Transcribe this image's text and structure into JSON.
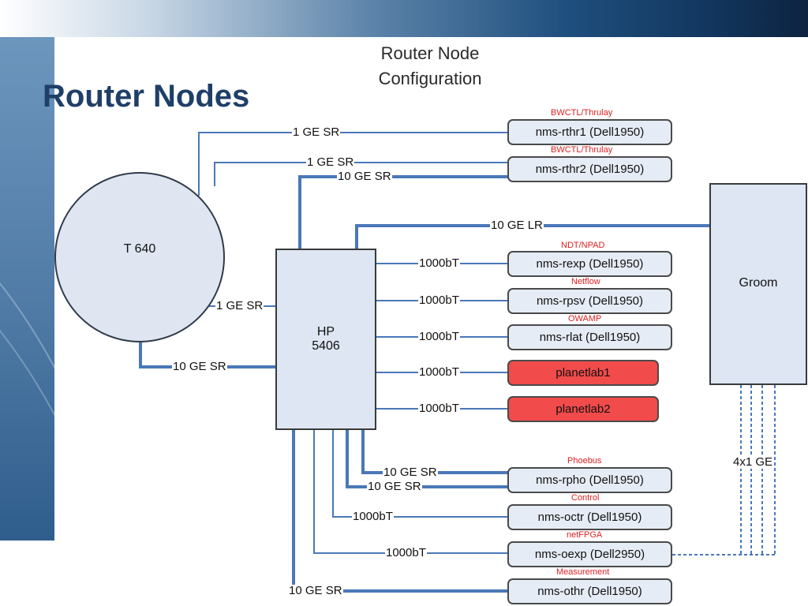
{
  "slide": {
    "title": "Router Nodes",
    "heading_line1": "Router Node",
    "heading_line2": "Configuration"
  },
  "nodes": {
    "t640": "T 640",
    "hp_line1": "HP",
    "hp_line2": "5406",
    "groom": "Groom"
  },
  "hosts": [
    {
      "name": "nms-rthr1 (Dell1950)",
      "role": "BWCTL/Thrulay"
    },
    {
      "name": "nms-rthr2 (Dell1950)",
      "role": "BWCTL/Thrulay"
    },
    {
      "name": "nms-rexp (Dell1950)",
      "role": "NDT/NPAD"
    },
    {
      "name": "nms-rpsv (Dell1950)",
      "role": "Netflow"
    },
    {
      "name": "nms-rlat (Dell1950)",
      "role": "OWAMP"
    },
    {
      "name": "planetlab1",
      "role": ""
    },
    {
      "name": "planetlab2",
      "role": ""
    },
    {
      "name": "nms-rpho (Dell1950)",
      "role": "Phoebus"
    },
    {
      "name": "nms-octr (Dell1950)",
      "role": "Control"
    },
    {
      "name": "nms-oexp (Dell2950)",
      "role": "netFPGA"
    },
    {
      "name": "nms-othr (Dell1950)",
      "role": "Measurement"
    }
  ],
  "links": {
    "t640_rthr1": "1 GE SR",
    "t640_rthr2": "1 GE SR",
    "hp_rthr2": "10 GE SR",
    "hp_groom": "10 GE LR",
    "t640_hp_1g": "1 GE SR",
    "t640_hp_10g": "10 GE SR",
    "hp_rexp": "1000bT",
    "hp_rpsv": "1000bT",
    "hp_rlat": "1000bT",
    "hp_planetlab1": "1000bT",
    "hp_planetlab2": "1000bT",
    "hp_rpho_a": "10 GE SR",
    "hp_rpho_b": "10 GE SR",
    "hp_octr": "1000bT",
    "hp_oexp": "1000bT",
    "hp_othr": "10 GE SR",
    "groom_oexp": "4x1 GE"
  },
  "colors": {
    "link": "#4a78b8",
    "planetlab": "#f24b4b",
    "role_label": "#e02020",
    "title": "#1f3f68"
  }
}
